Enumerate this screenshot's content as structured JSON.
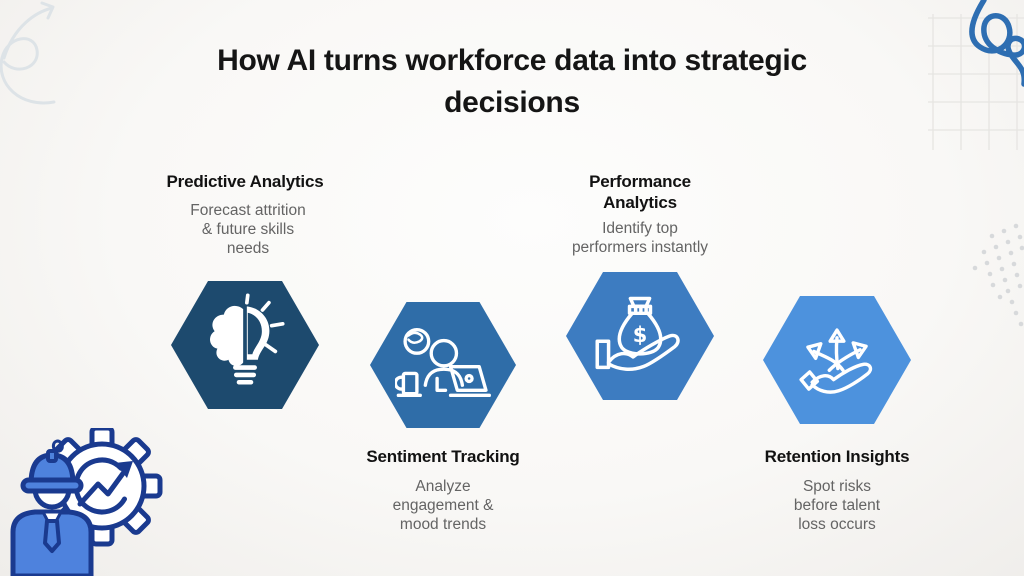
{
  "title": {
    "text": "How AI turns workforce data into strategic\ndecisions"
  },
  "cards": [
    {
      "label": "Predictive Analytics",
      "description": "Forecast attrition\n& future skills\nneeds",
      "icon": "brain-lightbulb-icon",
      "hex_color": "#1d4a6e",
      "text_position": "above"
    },
    {
      "label": "Sentiment Tracking",
      "description": "Analyze\nengagement &\nmood trends",
      "icon": "person-laptop-icon",
      "hex_color": "#2f6da8",
      "text_position": "below"
    },
    {
      "label": "Performance\nAnalytics",
      "description": "Identify top\nperformers instantly",
      "icon": "hand-money-bag-icon",
      "hex_color": "#3d7cc1",
      "text_position": "above"
    },
    {
      "label": "Retention Insights",
      "description": "Spot risks\nbefore talent\nloss occurs",
      "icon": "hand-branching-arrows-icon",
      "hex_color": "#4d92dd",
      "text_position": "below"
    }
  ],
  "decorations": {
    "top_left": "swirl-arrow",
    "top_right": "loop-scribble-with-grid",
    "right_middle": "dots-diamond-pattern",
    "bottom_left": "engineer-gear-growth-illustration",
    "scribble_color": "#2e6eb2",
    "illustration_outline_color": "#1a3a8f",
    "illustration_fill_color": "#4e82dd"
  }
}
